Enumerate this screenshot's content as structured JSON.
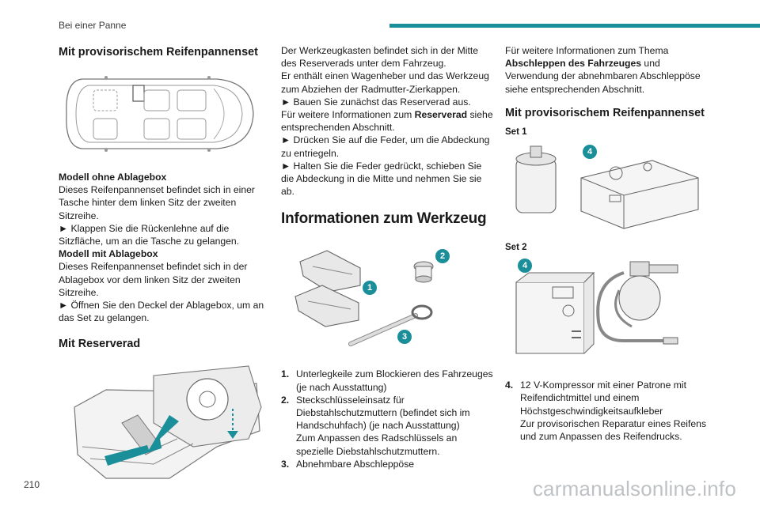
{
  "header": {
    "section": "Bei einer Panne"
  },
  "page_number": "210",
  "watermark": "carmanualsonline.info",
  "col1": {
    "heading1": "Mit provisorischem Reifenpannenset",
    "model1_title": "Modell ohne Ablagebox",
    "model1_text": "Dieses Reifenpannenset befindet sich in einer Tasche hinter dem linken Sitz der zweiten Sitzreihe.",
    "model1_step": "► Klappen Sie die Rückenlehne auf die Sitzfläche, um an die Tasche zu gelangen.",
    "model2_title": "Modell mit Ablagebox",
    "model2_text": "Dieses Reifenpannenset befindet sich in der Ablagebox vor dem linken Sitz der zweiten Sitzreihe.",
    "model2_step": "► Öffnen Sie den Deckel der Ablagebox, um an das Set zu gelangen.",
    "heading2": "Mit Reserverad"
  },
  "col2": {
    "para1": "Der Werkzeugkasten befindet sich in der Mitte des Reserverads unter dem Fahrzeug.",
    "para2": "Er enthält einen Wagenheber und das Werkzeug zum Abziehen der Radmutter-Zierkappen.",
    "step1": "► Bauen Sie zunächst das Reserverad aus.",
    "para3_a": "Für weitere Informationen zum ",
    "para3_bold": "Reserverad",
    "para3_b": " siehe entsprechenden Abschnitt.",
    "step2": "► Drücken Sie auf die Feder, um die Abdeckung zu entriegeln.",
    "step3": "► Halten Sie die Feder gedrückt, schieben Sie die Abdeckung in die Mitte und nehmen Sie sie ab.",
    "section_title": "Informationen zum Werkzeug",
    "callouts": [
      "1",
      "2",
      "3"
    ],
    "list": [
      {
        "num": "1.",
        "text": "Unterlegkeile zum Blockieren des Fahrzeuges (je nach Ausstattung)"
      },
      {
        "num": "2.",
        "text": "Steckschlüsseleinsatz für Diebstahlschutzmuttern (befindet sich im Handschuhfach) (je nach Ausstattung)",
        "text2": "Zum Anpassen des Radschlüssels an spezielle Diebstahlschutzmuttern."
      },
      {
        "num": "3.",
        "text": "Abnehmbare Abschleppöse"
      }
    ]
  },
  "col3": {
    "para1_a": "Für weitere Informationen zum Thema ",
    "para1_bold": "Abschleppen des Fahrzeuges",
    "para1_b": " und Verwendung der abnehmbaren Abschleppöse siehe entsprechenden Abschnitt.",
    "heading": "Mit provisorischem Reifenpannenset",
    "set1": "Set 1",
    "set2": "Set 2",
    "callout4a": "4",
    "callout4b": "4",
    "item4_num": "4.",
    "item4_text": "12 V-Kompressor mit einer Patrone mit Reifendichtmittel und einem Höchstgeschwindigkeitsaufkleber",
    "item4_text2": "Zur provisorischen Reparatur eines Reifens und zum Anpassen des Reifendrucks."
  },
  "colors": {
    "accent": "#1a8f99",
    "text": "#1a1a1a"
  }
}
